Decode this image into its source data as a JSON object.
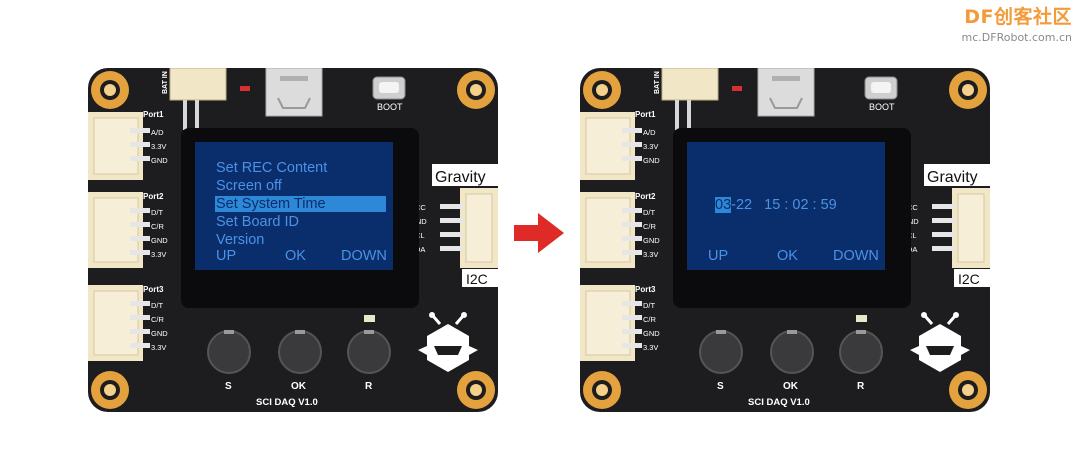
{
  "watermark": {
    "brand": "DF创客社区",
    "url": "mc.DFRobot.com.cn"
  },
  "board": {
    "labels": {
      "bat_in": "BAT IN",
      "boot": "BOOT",
      "gravity": "Gravity",
      "i2c": "I2C",
      "port1": "Port1",
      "port2": "Port2",
      "port3": "Port3",
      "version": "SCI DAQ V1.0",
      "btn_s": "S",
      "btn_ok": "OK",
      "btn_r": "R"
    },
    "port1_pins": [
      "A/D",
      "3.3V",
      "GND"
    ],
    "port2_pins": [
      "D/T",
      "C/R",
      "GND",
      "3.3V"
    ],
    "port3_pins": [
      "D/T",
      "C/R",
      "GND",
      "3.3V"
    ],
    "i2c_pins": [
      "VCC",
      "GND",
      "SCL",
      "SDA"
    ]
  },
  "screen_left": {
    "menu": [
      "Set REC Content",
      "Screen off",
      "Set System Time",
      "Set Board ID",
      "Version"
    ],
    "selected_index": 2,
    "keys": {
      "up": "UP",
      "ok": "OK",
      "down": "DOWN"
    }
  },
  "screen_right": {
    "time": {
      "month": "03",
      "rest": "-22   15 : 02 : 59"
    },
    "keys": {
      "up": "UP",
      "ok": "OK",
      "down": "DOWN"
    }
  },
  "colors": {
    "pcb": "#1d1d1f",
    "screen_bg": "#0a2d6b",
    "screen_text": "#4a92e6",
    "highlight": "#2e88d8",
    "connector": "#f1e6c6",
    "mount_gold": "#e4a23e",
    "arrow": "#e02a28",
    "watermark_orange": "#f39a3b"
  },
  "icons": [
    "mount-hole-icon",
    "usb-port-icon",
    "dfrobot-logo-icon",
    "arrow-right-icon"
  ]
}
